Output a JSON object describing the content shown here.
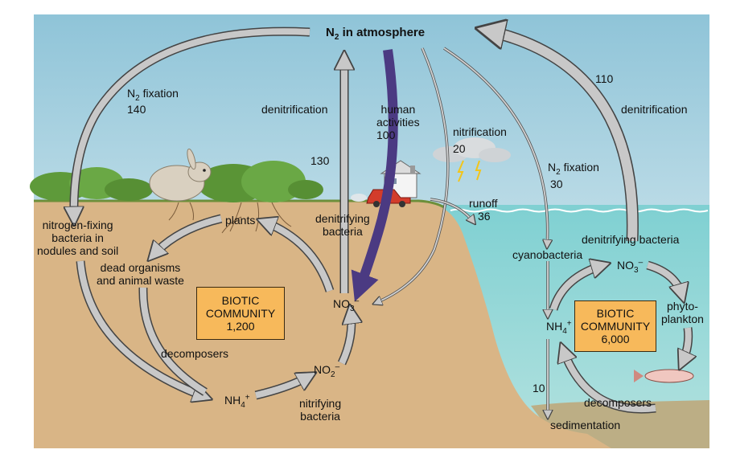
{
  "diagram": {
    "atmosphere": {
      "pre": "N",
      "sub": "2",
      "post": " in atmosphere"
    },
    "land": {
      "n2_fixation": {
        "pre": "N",
        "sub": "2",
        "post": " fixation"
      },
      "n2_fixation_value": "140",
      "denitrification": "denitrification",
      "denitrification_value": "130",
      "human_activities_line1": "human",
      "human_activities_line2": "activities",
      "human_activities_value": "100",
      "nitrification": "nitrification",
      "nitrification_value": "20",
      "runoff": "runoff",
      "runoff_value": "36",
      "nitrogen_fixing_line1": "nitrogen-fixing",
      "nitrogen_fixing_line2": "bacteria in",
      "nitrogen_fixing_line3": "nodules and soil",
      "plants": "plants",
      "denitrifying_bacteria_line1": "denitrifying",
      "denitrifying_bacteria_line2": "bacteria",
      "dead_organisms_line1": "dead organisms",
      "dead_organisms_line2": "and animal waste",
      "biotic_line1": "BIOTIC",
      "biotic_line2": "COMMUNITY",
      "biotic_value": "1,200",
      "no3": {
        "pre": "NO",
        "sub": "3",
        "sup": "–"
      },
      "decomposers": "decomposers",
      "no2": {
        "pre": "NO",
        "sub": "2",
        "sup": "–"
      },
      "nh4": {
        "pre": "NH",
        "sub": "4",
        "sup": "+"
      },
      "nitrifying_line1": "nitrifying",
      "nitrifying_line2": "bacteria"
    },
    "ocean": {
      "denitrification_value": "110",
      "denitrification": "denitrification",
      "n2_fixation": {
        "pre": "N",
        "sub": "2",
        "post": " fixation"
      },
      "n2_fixation_value": "30",
      "denitrifying_bacteria": "denitrifying bacteria",
      "cyanobacteria": "cyanobacteria",
      "no3": {
        "pre": "NO",
        "sub": "3",
        "sup": "–"
      },
      "nh4": {
        "pre": "NH",
        "sub": "4",
        "sup": "+"
      },
      "phyto_line1": "phyto-",
      "phyto_line2": "plankton",
      "biotic_line1": "BIOTIC",
      "biotic_line2": "COMMUNITY",
      "biotic_value": "6,000",
      "sedimentation_value": "10",
      "decomposers": "decomposers",
      "sedimentation": "sedimentation"
    }
  },
  "colors": {
    "sky_top": "#8fc4d8",
    "sky_bottom": "#eef6f7",
    "soil": "#d9b586",
    "ocean": "#8fd0d4",
    "grey_arrow": "#c8c8c8",
    "human_arrow": "#4b3a82",
    "biotic_box": "#f7b95b"
  }
}
